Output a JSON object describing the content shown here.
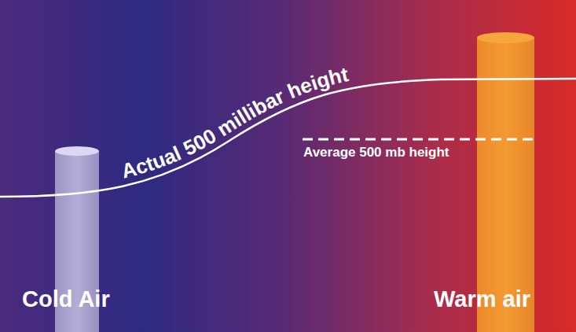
{
  "diagram": {
    "labels": [
      "Actual 500 millibar height",
      "Average 500 mb height",
      "Cold Air",
      "Warm air"
    ]
  }
}
